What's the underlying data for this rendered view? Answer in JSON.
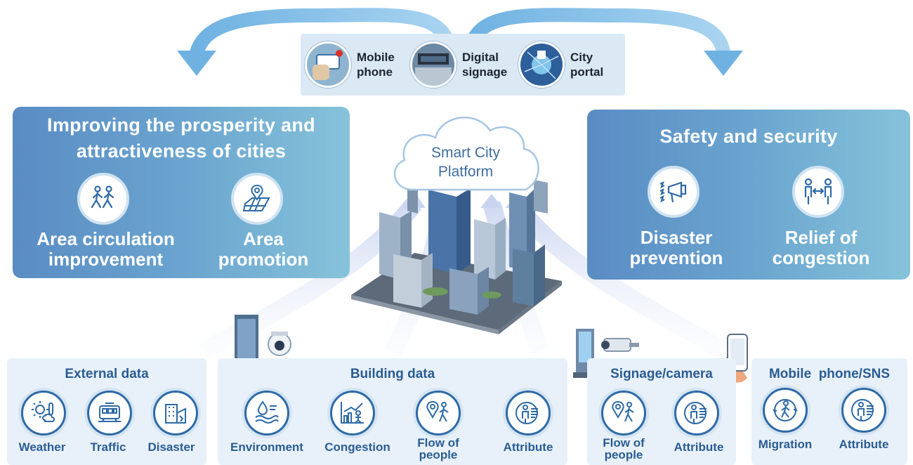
{
  "channels": [
    {
      "label": "Mobile\nphone",
      "icon": "smartphone-notification-icon"
    },
    {
      "label": "Digital\nsignage",
      "icon": "digital-signage-icon"
    },
    {
      "label": "City\nportal",
      "icon": "city-portal-network-icon"
    }
  ],
  "platform": {
    "label": "Smart City\nPlatform"
  },
  "left_panel": {
    "title": "Improving the prosperity and\nattractiveness of cities",
    "items": [
      {
        "label": "Area circulation\nimprovement",
        "icon": "walking-people-icon"
      },
      {
        "label": "Area\npromotion",
        "icon": "map-pin-grid-icon"
      }
    ]
  },
  "right_panel": {
    "title": "Safety and security",
    "items": [
      {
        "label": "Disaster\nprevention",
        "icon": "megaphone-icon"
      },
      {
        "label": "Relief of\ncongestion",
        "icon": "people-distance-icon"
      }
    ]
  },
  "sources": [
    {
      "title": "External data",
      "items": [
        {
          "label": "Weather",
          "icon": "weather-icon"
        },
        {
          "label": "Traffic",
          "icon": "train-icon"
        },
        {
          "label": "Disaster",
          "icon": "damaged-building-icon"
        }
      ]
    },
    {
      "title": "Building data",
      "items": [
        {
          "label": "Environment",
          "icon": "environment-icon"
        },
        {
          "label": "Congestion",
          "icon": "congestion-chart-icon"
        },
        {
          "label": "Flow of\npeople",
          "icon": "location-walker-icon"
        },
        {
          "label": "Attribute",
          "icon": "person-attribute-icon"
        }
      ]
    },
    {
      "title": "Signage/camera",
      "items": [
        {
          "label": "Flow of\npeople",
          "icon": "location-walker-icon"
        },
        {
          "label": "Attribute",
          "icon": "person-attribute-icon"
        }
      ]
    },
    {
      "title": "Mobile  phone/SNS",
      "items": [
        {
          "label": "Migration",
          "icon": "migration-icon"
        },
        {
          "label": "Attribute",
          "icon": "person-attribute-icon"
        }
      ]
    }
  ],
  "colors": {
    "panel_left": "#5a8cc4",
    "panel_right": "#86c3da",
    "icon_stroke": "#2e6aa6",
    "label": "#2a5c92",
    "arrow": "#6fb2e2"
  }
}
